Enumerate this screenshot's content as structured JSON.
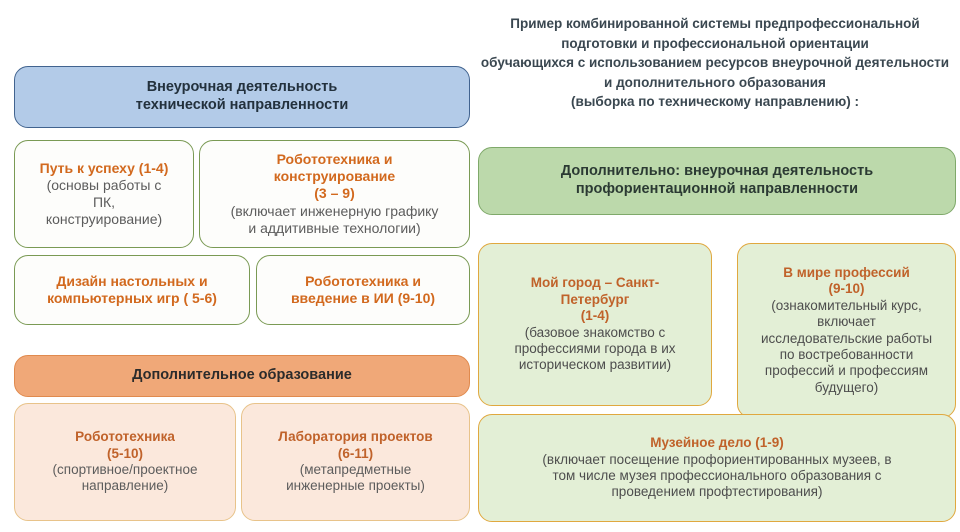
{
  "title": {
    "lines": [
      "Пример комбинированной системы предпрофессиональной",
      "подготовки и профессиональной ориентации",
      "обучающихся с использованием ресурсов внеурочной деятельности",
      "и дополнительного образования",
      "(выборка по техническому направлению) :"
    ]
  },
  "headers": {
    "blue": {
      "line1": "Внеурочная деятельность",
      "line2": "технической направленности"
    },
    "orange": {
      "line1": "Дополнительное образование"
    },
    "green": {
      "line1": "Дополнительно: внеурочная деятельность",
      "line2": "профориентационной направленности"
    }
  },
  "cards": {
    "put_k_uspehu": {
      "title": "Путь к успеху (1-4)",
      "body_lines": [
        "(основы работы с",
        "ПК,",
        "конструирование)"
      ]
    },
    "robototehnika_konstruirovanie": {
      "title_lines": [
        "Робототехника и",
        "конструирование",
        "(3 – 9)"
      ],
      "body_lines": [
        "(включает инженерную графику",
        "и аддитивные технологии)"
      ]
    },
    "design_games": {
      "title_lines": [
        "Дизайн настольных и",
        "компьютерных игр ( 5-6)"
      ]
    },
    "robo_ai": {
      "title_lines": [
        "Робототехника и",
        "введение в ИИ (9-10)"
      ]
    },
    "robototehnika_5_10": {
      "title_lines": [
        "Робототехника",
        "(5-10)"
      ],
      "body_lines": [
        "(спортивное/проектное",
        "направление)"
      ]
    },
    "laboratoriya_proektov": {
      "title_lines": [
        "Лаборатория проектов",
        "(6-11)"
      ],
      "body_lines": [
        "(метапредметные",
        "инженерные проекты)"
      ]
    },
    "moy_gorod": {
      "title_lines": [
        "Мой город – Санкт-",
        "Петербург",
        "(1-4)"
      ],
      "body_lines": [
        "(базовое знакомство с",
        "профессиями города в их",
        "историческом развитии)"
      ]
    },
    "v_mire_professiy": {
      "title_lines": [
        "В мире профессий",
        "(9-10)"
      ],
      "body_lines": [
        "(ознакомительный курс,",
        "включает",
        "исследовательские работы",
        "по востребованности",
        "профессий и профессиям",
        "будущего)"
      ]
    },
    "muzeynoe_delo": {
      "title": "Музейное дело (1-9)",
      "body_lines": [
        "(включает посещение профориентированных музеев, в",
        "том числе музея профессионального образования с",
        "проведением профтестирования)"
      ]
    }
  },
  "colors": {
    "blue_fill": "#b3cbe8",
    "blue_border": "#41638f",
    "orange_fill": "#f0a878",
    "green_fill": "#bcd9ab",
    "light_green_fill": "#e3efd6",
    "peach_fill": "#fbe8dc",
    "accent_orange_text": "#d2691e",
    "body_text": "#5c5c5c",
    "title_text": "#3a4750"
  }
}
